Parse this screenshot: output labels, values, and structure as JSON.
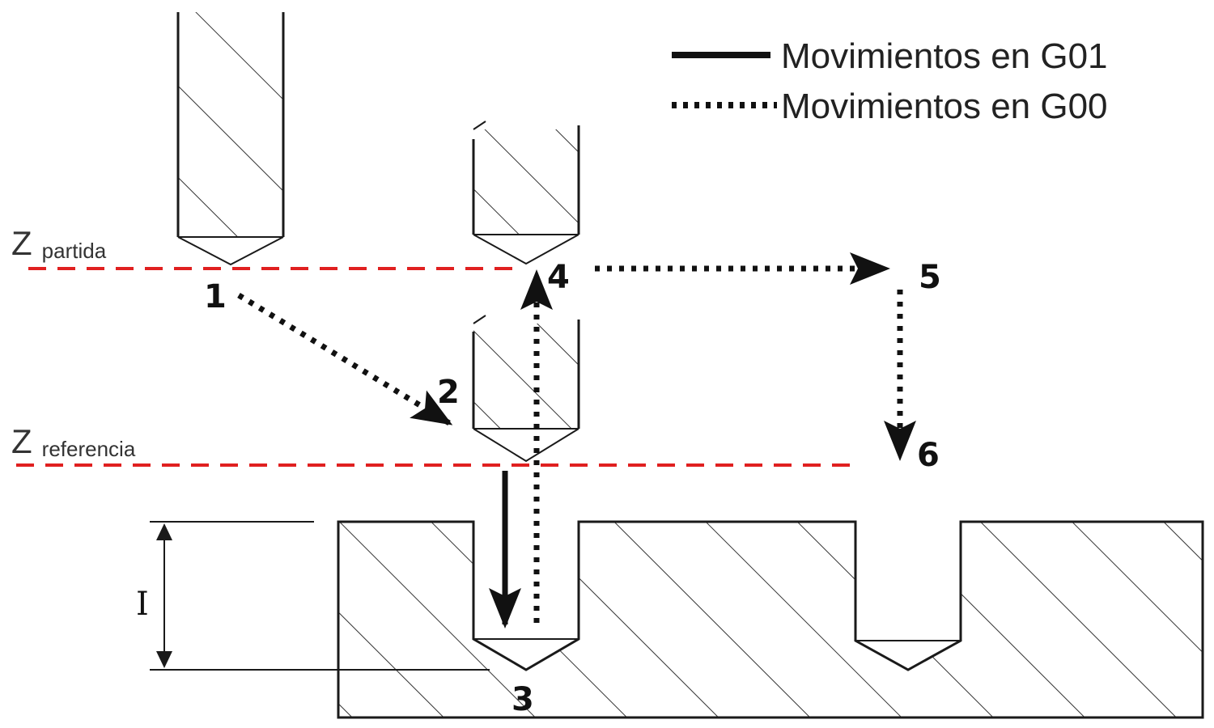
{
  "legend": {
    "solid_label": "Movimientos en G01",
    "dotted_label": "Movimientos en G00"
  },
  "levels": {
    "z_partida": {
      "letter": "Z",
      "sub": "partida"
    },
    "z_referencia": {
      "letter": "Z",
      "sub": "referencia"
    }
  },
  "points": [
    "1",
    "2",
    "3",
    "4",
    "5",
    "6"
  ],
  "dimension": {
    "label": "I"
  },
  "colors": {
    "reference_line": "#e02020",
    "stroke": "#1a1a1a",
    "hatch": "#333333"
  }
}
